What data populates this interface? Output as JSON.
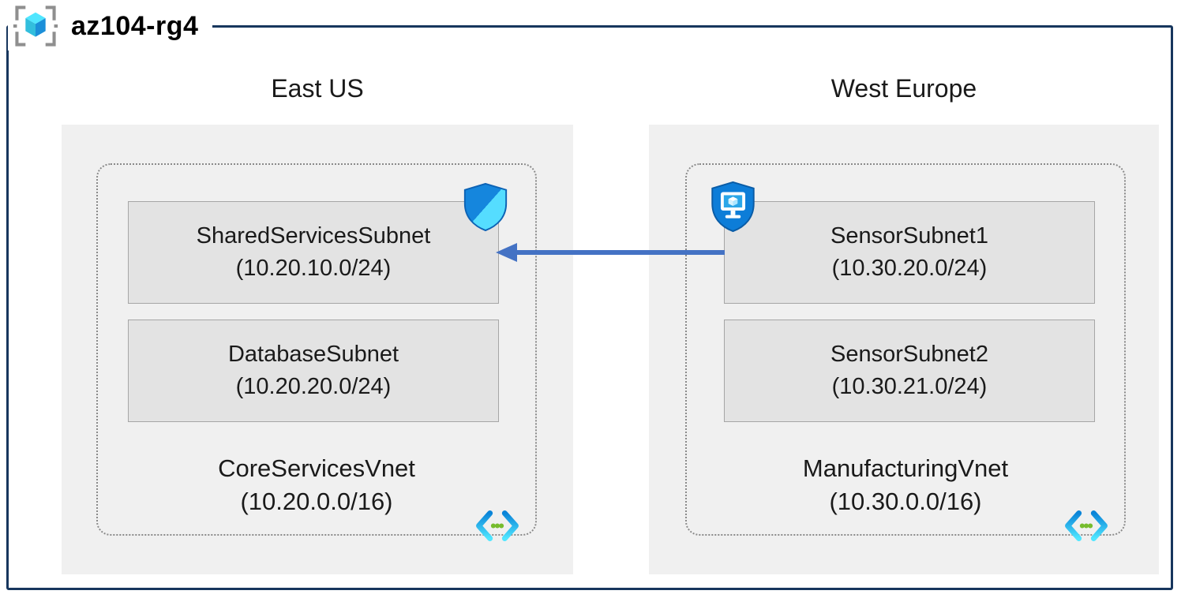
{
  "resource_group": {
    "title": "az104-rg4"
  },
  "regions": [
    {
      "name": "East US",
      "vnet": {
        "name": "CoreServicesVnet",
        "cidr": "(10.20.0.0/16)",
        "subnets": [
          {
            "name": "SharedServicesSubnet",
            "cidr": "(10.20.10.0/24)"
          },
          {
            "name": "DatabaseSubnet",
            "cidr": "(10.20.20.0/24)"
          }
        ]
      }
    },
    {
      "name": "West Europe",
      "vnet": {
        "name": "ManufacturingVnet",
        "cidr": "(10.30.0.0/16)",
        "subnets": [
          {
            "name": "SensorSubnet1",
            "cidr": "(10.30.20.0/24)"
          },
          {
            "name": "SensorSubnet2",
            "cidr": "(10.30.21.0/24)"
          }
        ]
      }
    }
  ],
  "connection": {
    "from": "SensorSubnet1",
    "to": "SharedServicesSubnet",
    "direction": "right-to-left",
    "color": "#4472c4"
  },
  "icons": {
    "resource_group": "resource-group-icon",
    "east_shield": "nsg-shield-icon",
    "west_shield": "shield-monitor-icon",
    "virtual_network": "virtual-network-icon"
  },
  "colors": {
    "frame_border": "#17365d",
    "region_bg": "#f0f0f0",
    "subnet_bg": "#e3e3e3",
    "subnet_border": "#a6a6a6",
    "dotted_border": "#8a8a8a",
    "arrow": "#4472c4",
    "shield_blue": "#1586dd",
    "shield_cyan": "#50e6ff",
    "vnet_dot_green": "#76bc2d"
  }
}
